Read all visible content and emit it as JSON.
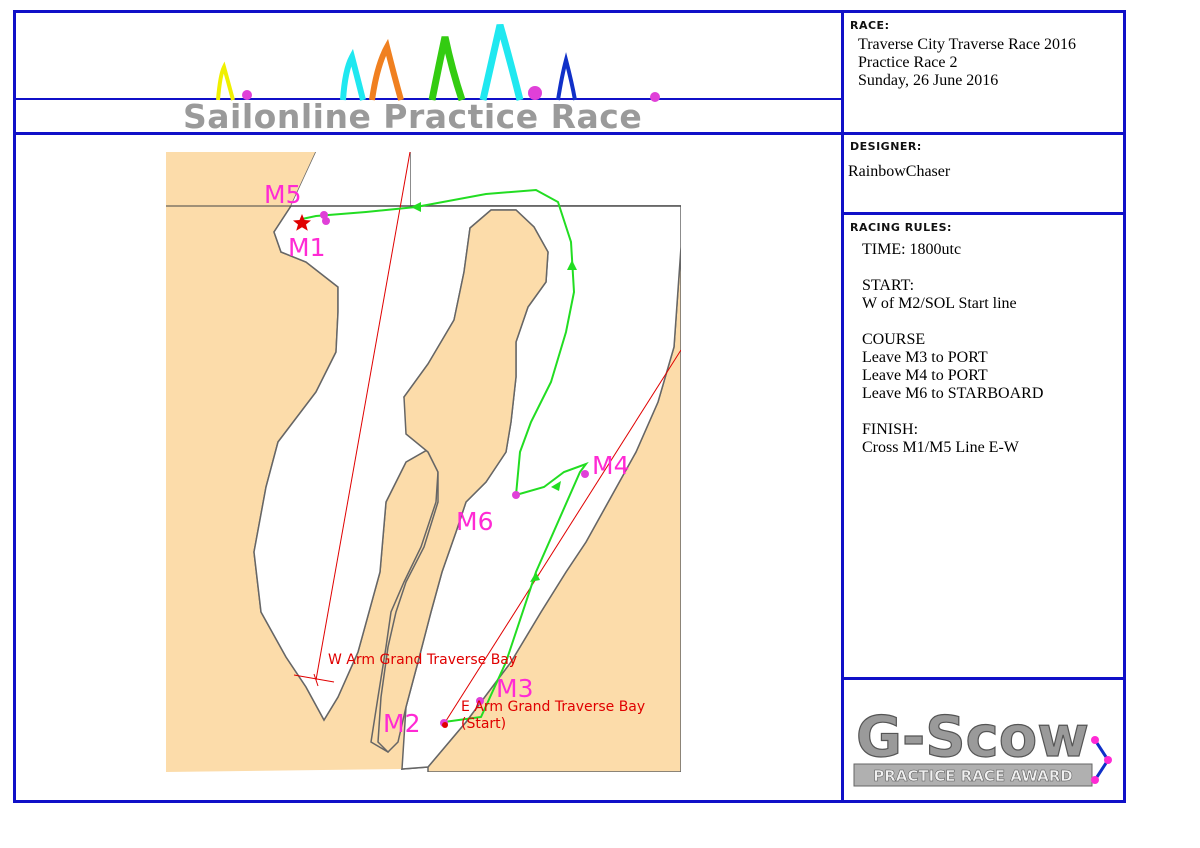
{
  "banner": {
    "title": "Sailonline Practice Race"
  },
  "race": {
    "label": "RACE:",
    "lines": [
      "Traverse City Traverse Race 2016",
      "Practice Race 2",
      "Sunday, 26 June 2016"
    ]
  },
  "designer": {
    "label": "DESIGNER:",
    "name": "RainbowChaser"
  },
  "rules": {
    "label": "RACING RULES:",
    "time": "TIME: 1800utc",
    "start_head": "START:",
    "start_text": "W of M2/SOL Start line",
    "course_head": "COURSE",
    "course_lines": [
      "Leave M3 to PORT",
      "Leave M4 to PORT",
      "Leave M6 to STARBOARD"
    ],
    "finish_head": "FINISH:",
    "finish_text": "Cross M1/M5 Line E-W"
  },
  "award": {
    "logo_text": "G-Scow",
    "sub_text": "PRACTICE RACE AWARD"
  },
  "map": {
    "marks": [
      {
        "id": "M1",
        "label": "M1"
      },
      {
        "id": "M2",
        "label": "M2"
      },
      {
        "id": "M3",
        "label": "M3"
      },
      {
        "id": "M4",
        "label": "M4"
      },
      {
        "id": "M5",
        "label": "M5"
      },
      {
        "id": "M6",
        "label": "M6"
      }
    ],
    "places": [
      {
        "label": "W Arm Grand Traverse Bay"
      },
      {
        "label": "E Arm Grand Traverse Bay"
      },
      {
        "label": "(Start)"
      }
    ],
    "colors": {
      "land": "#fcdcaa",
      "water": "#ffffff",
      "route": "#22dd22",
      "mark": "#e040d8",
      "label": "#ff2ad4",
      "rhumb": "#e00000"
    }
  }
}
